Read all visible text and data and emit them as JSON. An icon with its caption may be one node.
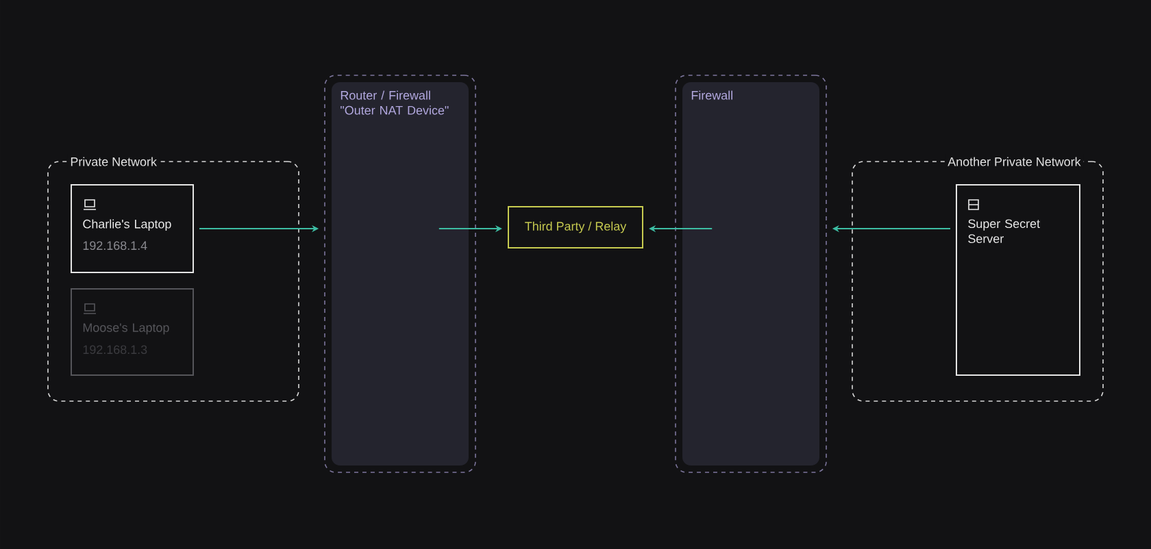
{
  "diagram": {
    "nodes": [
      {
        "text": [
          "Private Network"
        ]
      },
      {
        "text": [
          "Charlie's Laptop",
          "192.168.1.4"
        ],
        "in": 0
      },
      {
        "text": [
          "Moose's Laptop",
          "192.168.1.3"
        ],
        "in": 0
      },
      {
        "text": [
          "Router / Firewall \"Outer NAT Device\""
        ]
      },
      {
        "text": [
          "Third Party / Relay"
        ]
      },
      {
        "text": [
          "Firewall"
        ]
      },
      {
        "text": [
          "Another Private Network"
        ]
      },
      {
        "text": [
          "Super Secret Server"
        ],
        "in": 6
      }
    ],
    "edges": [
      {
        "from": 1,
        "to": 3,
        "arrow": "to"
      },
      {
        "from": 3,
        "to": 4,
        "arrow": "to"
      },
      {
        "from": 5,
        "to": 4,
        "arrow": "to"
      },
      {
        "from": 7,
        "to": 5,
        "arrow": "to"
      }
    ]
  }
}
